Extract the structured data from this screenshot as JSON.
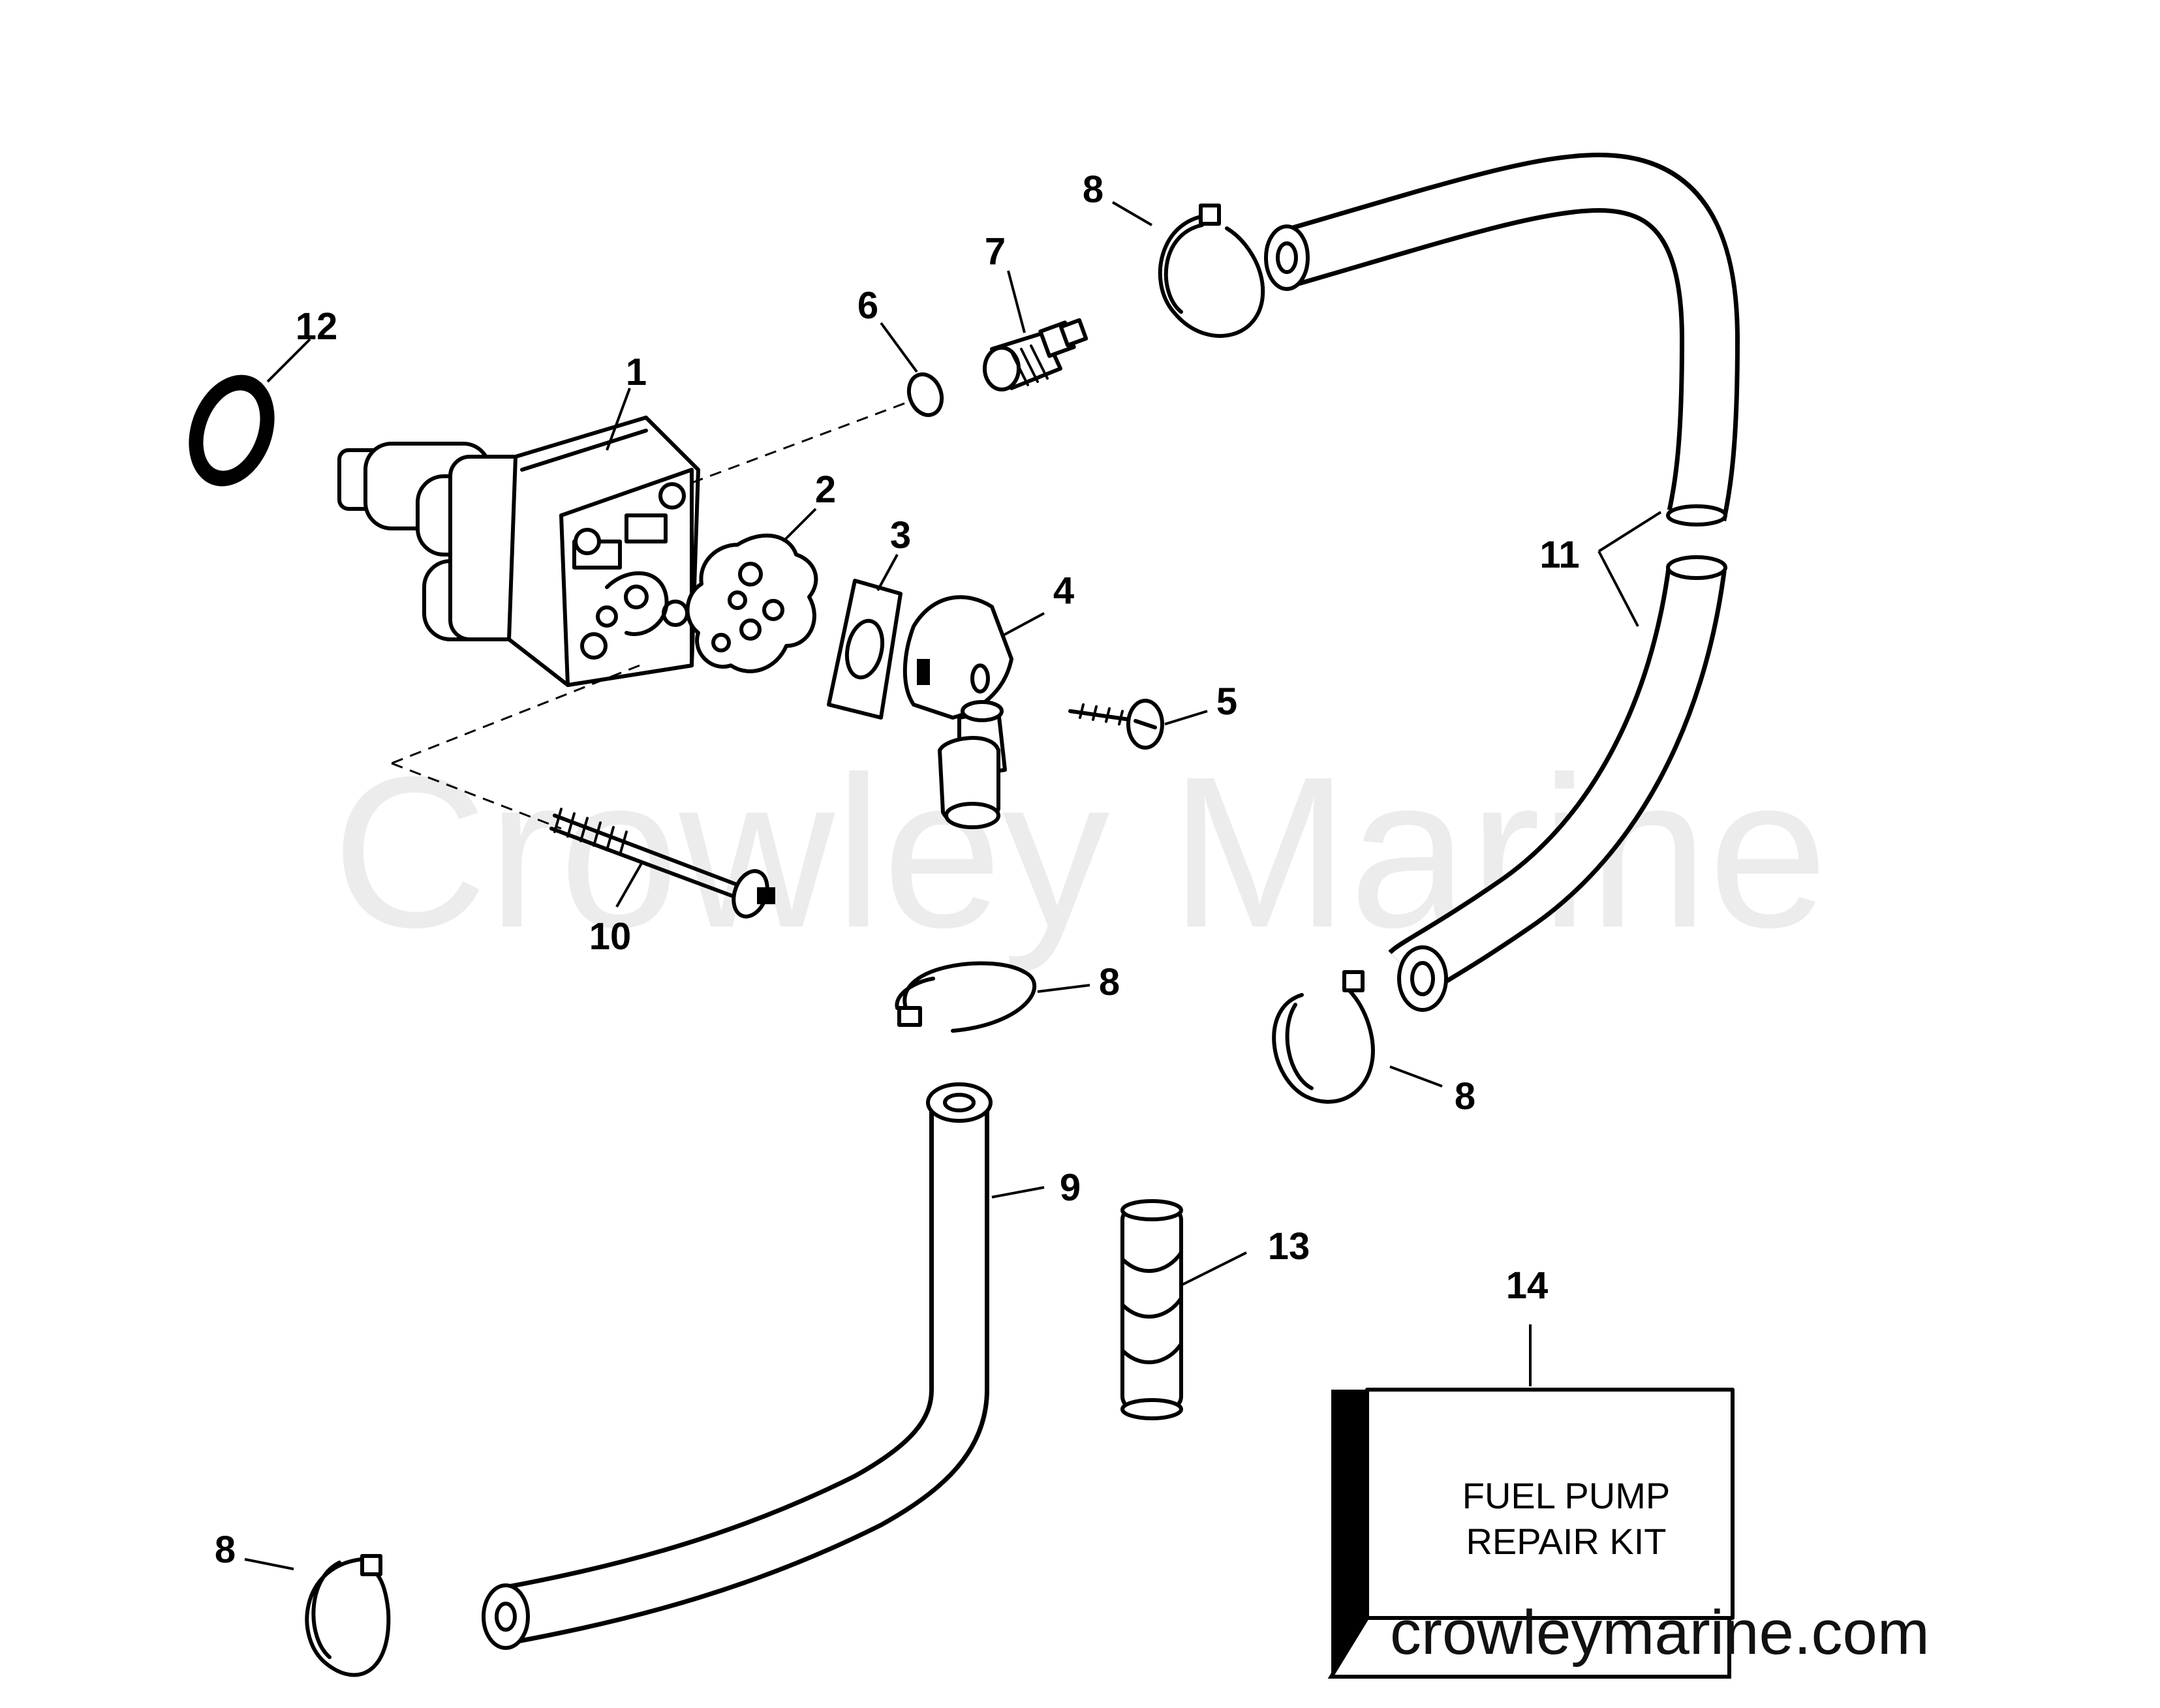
{
  "watermark": "Crowley Marine",
  "website": "crowleymarine.com",
  "kit": {
    "line1": "FUEL PUMP",
    "line2": "REPAIR KIT"
  },
  "callouts": {
    "c1": "1",
    "c2": "2",
    "c3": "3",
    "c4": "4",
    "c5": "5",
    "c6": "6",
    "c7": "7",
    "c8a": "8",
    "c8b": "8",
    "c8c": "8",
    "c8d": "8",
    "c9": "9",
    "c10": "10",
    "c11": "11",
    "c12": "12",
    "c13": "13",
    "c14": "14"
  }
}
